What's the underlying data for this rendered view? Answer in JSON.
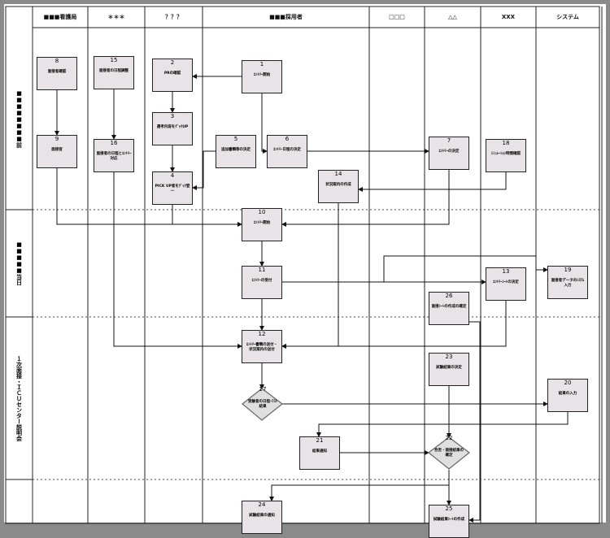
{
  "columns": [
    "■■■看護局",
    "＊＊＊",
    "？？？",
    "■■■採用者",
    "□□□",
    "△△",
    "XXX",
    "システム"
  ],
  "rows": [
    "■■■■■■■■前",
    "■■■■■当日",
    "１次面接・ＩＣＵセンター説明会",
    ""
  ],
  "steps": [
    {
      "id": "1",
      "text": "ｴﾝﾄﾘｰ開始"
    },
    {
      "id": "2",
      "text": "PRの確認"
    },
    {
      "id": "3",
      "text": "選考内容をｸﾞｯｸUP"
    },
    {
      "id": "4",
      "text": "PICK UP者をｸﾞｯｸ登一"
    },
    {
      "id": "5",
      "text": "追加書類等の決定"
    },
    {
      "id": "6",
      "text": "ｴﾝﾄﾘｰ日程の決定"
    },
    {
      "id": "7",
      "text": "ｴﾝﾄﾘｰの決定"
    },
    {
      "id": "8",
      "text": "面接者確認"
    },
    {
      "id": "9",
      "text": "面接官"
    },
    {
      "id": "10",
      "text": "ｴﾝﾄﾘｰ開始"
    },
    {
      "id": "11",
      "text": "ｴﾝﾄﾘｰの受付"
    },
    {
      "id": "12",
      "text": "ｴﾝﾄﾘｰ書類の送付・ 状況案内の送付"
    },
    {
      "id": "13",
      "text": "ｴﾝﾄﾘｰｼｰﾄの決定"
    },
    {
      "id": "14",
      "text": "状況案内の作成"
    },
    {
      "id": "15",
      "text": "面接者の日程調整"
    },
    {
      "id": "16",
      "text": "面接者の日程とｴﾝﾄﾘｰ対応"
    },
    {
      "id": "17",
      "text": "受験者の日程ｰﾃｽﾄ結果"
    },
    {
      "id": "18",
      "text": "ｼﾐｭﾚｰｼｮﾝ時間確認"
    },
    {
      "id": "19",
      "text": "面接者データのｼｽﾃﾑ入力"
    },
    {
      "id": "20",
      "text": "結果の入力"
    },
    {
      "id": "21",
      "text": "結果通知"
    },
    {
      "id": "22",
      "text": "合否・面接結果の確定"
    },
    {
      "id": "23",
      "text": "試験結果の決定"
    },
    {
      "id": "24",
      "text": "試験結果の通知"
    },
    {
      "id": "25",
      "text": "試験結果ｼｰﾄの作成"
    },
    {
      "id": "26",
      "text": "面接ｼｰﾄの作成の確定"
    }
  ],
  "colors": {
    "box_fill": "#e8e3e6",
    "line": "#222222",
    "frame_bg": "#8a8a8a"
  }
}
